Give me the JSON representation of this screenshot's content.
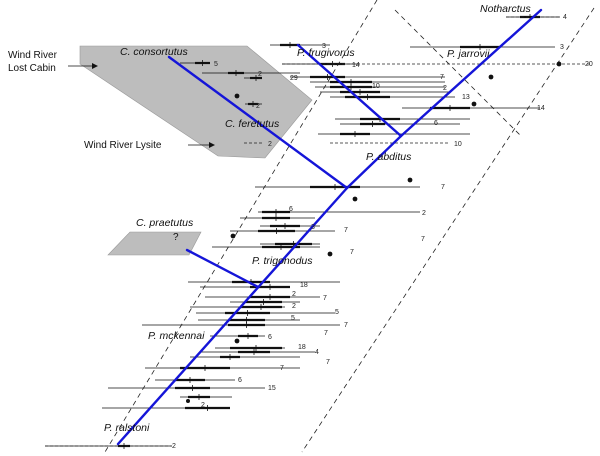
{
  "colors": {
    "lineage": "#1515d8",
    "zone_fill": "#bdbdbd",
    "ink": "#111111"
  },
  "labels": {
    "notharctus": "Notharctus",
    "c_consortutus": "C. consortutus",
    "p_frugivorus": "P. frugivorus",
    "p_jarrovii": "P. jarrovii",
    "c_feretutus": "C. feretutus",
    "p_abditus": "P. abditus",
    "c_praetutus": "C. praetutus",
    "p_trigonodus": "P. trigonodus",
    "p_mckennai": "P. mckennai",
    "p_ralstoni": "P. ralstoni",
    "wind_river_lost_cabin_1": "Wind River",
    "wind_river_lost_cabin_2": "Lost Cabin",
    "wind_river_lysite": "Wind River Lysite",
    "question_mark": "?"
  },
  "sample_counts": [
    "4",
    "3",
    "3",
    "5",
    "14",
    "20",
    "2",
    "29",
    "2",
    "10",
    "7",
    "14",
    "2",
    "6",
    "13",
    "10",
    "2",
    "7",
    "6",
    "2",
    "3",
    "7",
    "7",
    "7",
    "18",
    "2",
    "7",
    "2",
    "5",
    "7",
    "5",
    "7",
    "6",
    "18",
    "4",
    "7",
    "7",
    "6",
    "15",
    "2",
    "2"
  ]
}
